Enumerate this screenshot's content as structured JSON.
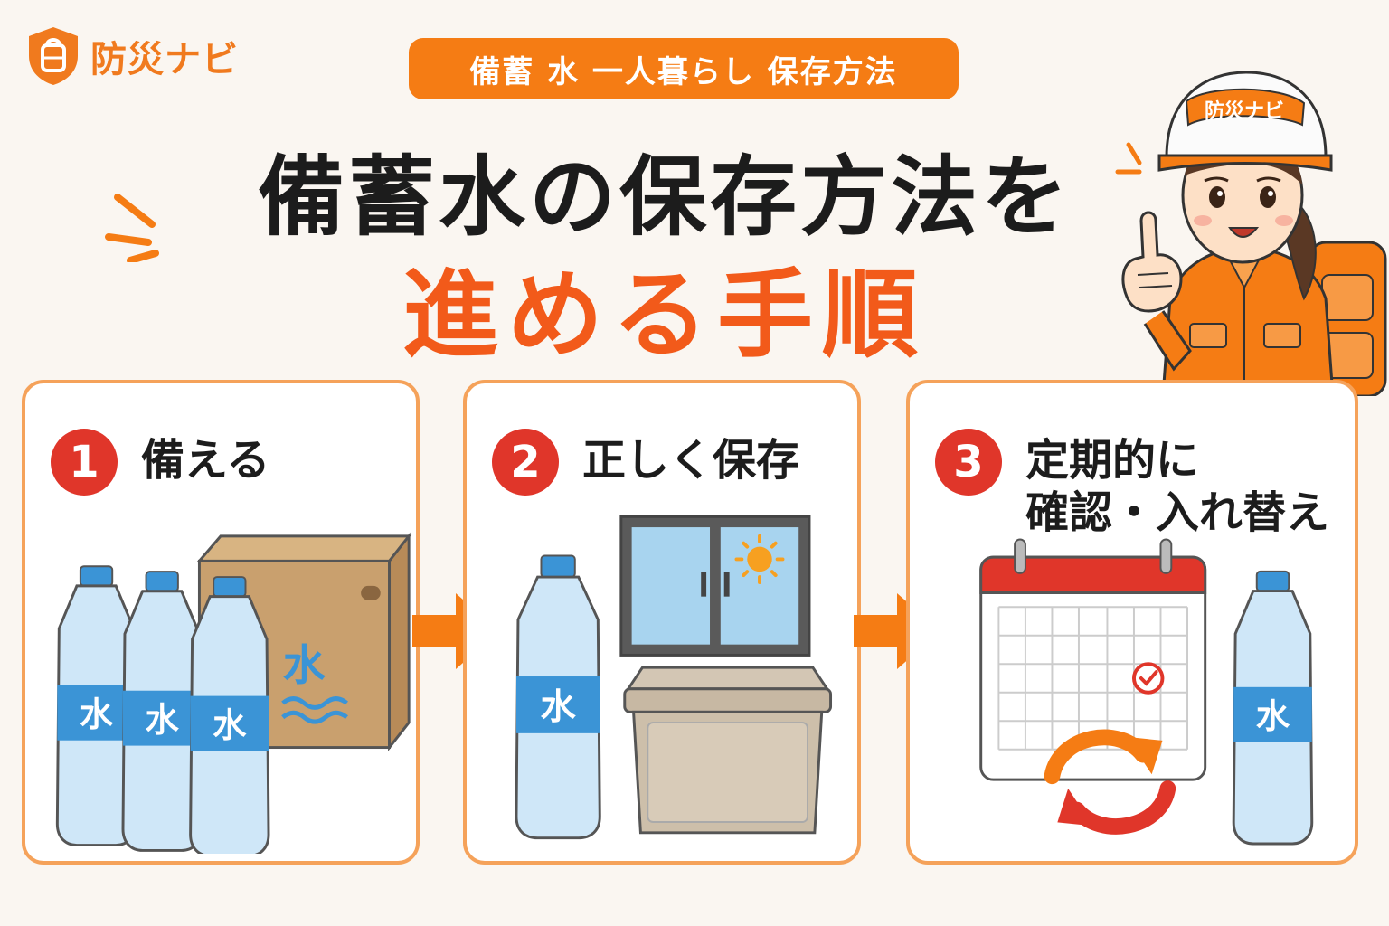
{
  "brand": {
    "name": "防災ナビ"
  },
  "keyword_pill": "備蓄 水 一人暮らし 保存方法",
  "title": {
    "line1": "備蓄水の保存方法を",
    "line2": "進める手順"
  },
  "mascot": {
    "helmet_text": "防災ナビ"
  },
  "steps": [
    {
      "number": "1",
      "label_lines": [
        "備える"
      ],
      "bottle_label": "水",
      "box_label": "水"
    },
    {
      "number": "2",
      "label_lines": [
        "正しく保存"
      ],
      "bottle_label": "水"
    },
    {
      "number": "3",
      "label_lines": [
        "定期的に",
        "確認・入れ替え"
      ],
      "bottle_label": "水"
    }
  ],
  "colors": {
    "brand_orange": "#f57c14",
    "title_orange": "#f25a1a",
    "step_red": "#e0362a",
    "card_border": "#f5a25a",
    "water_blue": "#3b94d6"
  }
}
